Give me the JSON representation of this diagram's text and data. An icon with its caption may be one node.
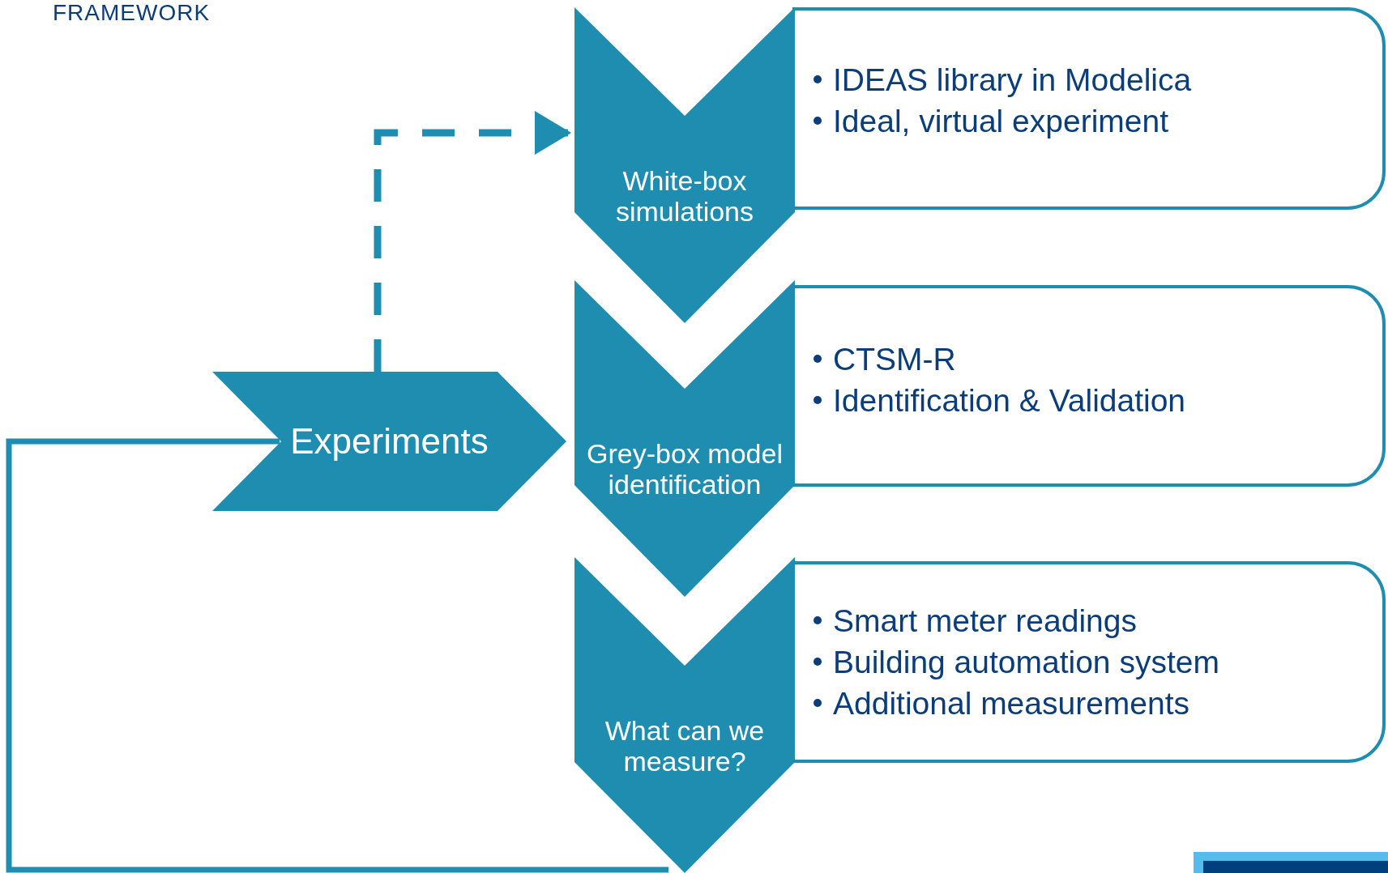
{
  "diagram": {
    "title": "FRAMEWORK",
    "nodes": [
      {
        "text": [
          "Experiments"
        ]
      },
      {
        "text": [
          "White-box simulations"
        ]
      },
      {
        "text": [
          "IDEAS library in Modelica",
          "Ideal, virtual experiment"
        ]
      },
      {
        "text": [
          "Grey-box model identification"
        ]
      },
      {
        "text": [
          "CTSM-R",
          "Identification & Validation"
        ]
      },
      {
        "text": [
          "What can we measure?"
        ]
      },
      {
        "text": [
          "Smart meter readings",
          "Building automation system",
          "Additional measurements"
        ]
      }
    ],
    "edges": [
      {
        "from": 0,
        "to": 1,
        "arrow": "to",
        "style": "dashed"
      },
      {
        "from": 5,
        "to": 0,
        "arrow": "none"
      }
    ]
  }
}
